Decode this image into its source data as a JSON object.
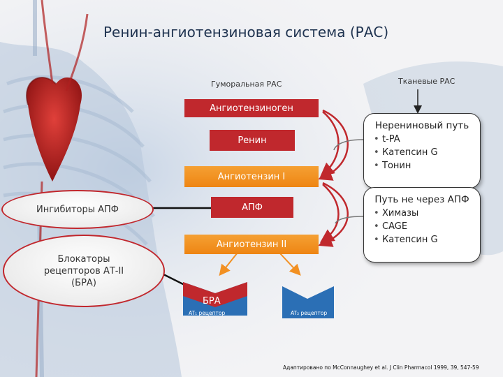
{
  "title": "Ренин-ангиотензиновая система (РАС)",
  "headers": {
    "humoral": "Гуморальная РАС",
    "tissue": "Тканевые РАС"
  },
  "cascade": {
    "angiotensinogen": "Ангиотензиноген",
    "renin": "Ренин",
    "angiotensin1": "Ангиотензин I",
    "ace": "АПФ",
    "angiotensin2": "Ангиотензин II"
  },
  "inhibitors": {
    "ace_inhibitors": "Ингибиторы АПФ",
    "arb_line1": "Блокаторы",
    "arb_line2": "рецепторов АТ-II",
    "arb_line3": "(БРА)"
  },
  "nonrenin": {
    "head": "Нерениновый путь",
    "items": [
      "t-PA",
      "Катепсин G",
      "Тонин"
    ]
  },
  "nonace": {
    "head": "Путь не через АПФ",
    "items": [
      "Химазы",
      "CAGE",
      "Катепсин G"
    ]
  },
  "receptors": {
    "bra_label": "БРА",
    "at1": "AT₁ рецептор",
    "at2": "AT₂ рецептор"
  },
  "credit": "Адаптировано по McConnaughey et al. J Clin Pharmacol 1999, 39, 547-59",
  "colors": {
    "red": "#c0282d",
    "orange": "#f29022",
    "blue": "#2b6fb5",
    "title": "#1f3350"
  }
}
